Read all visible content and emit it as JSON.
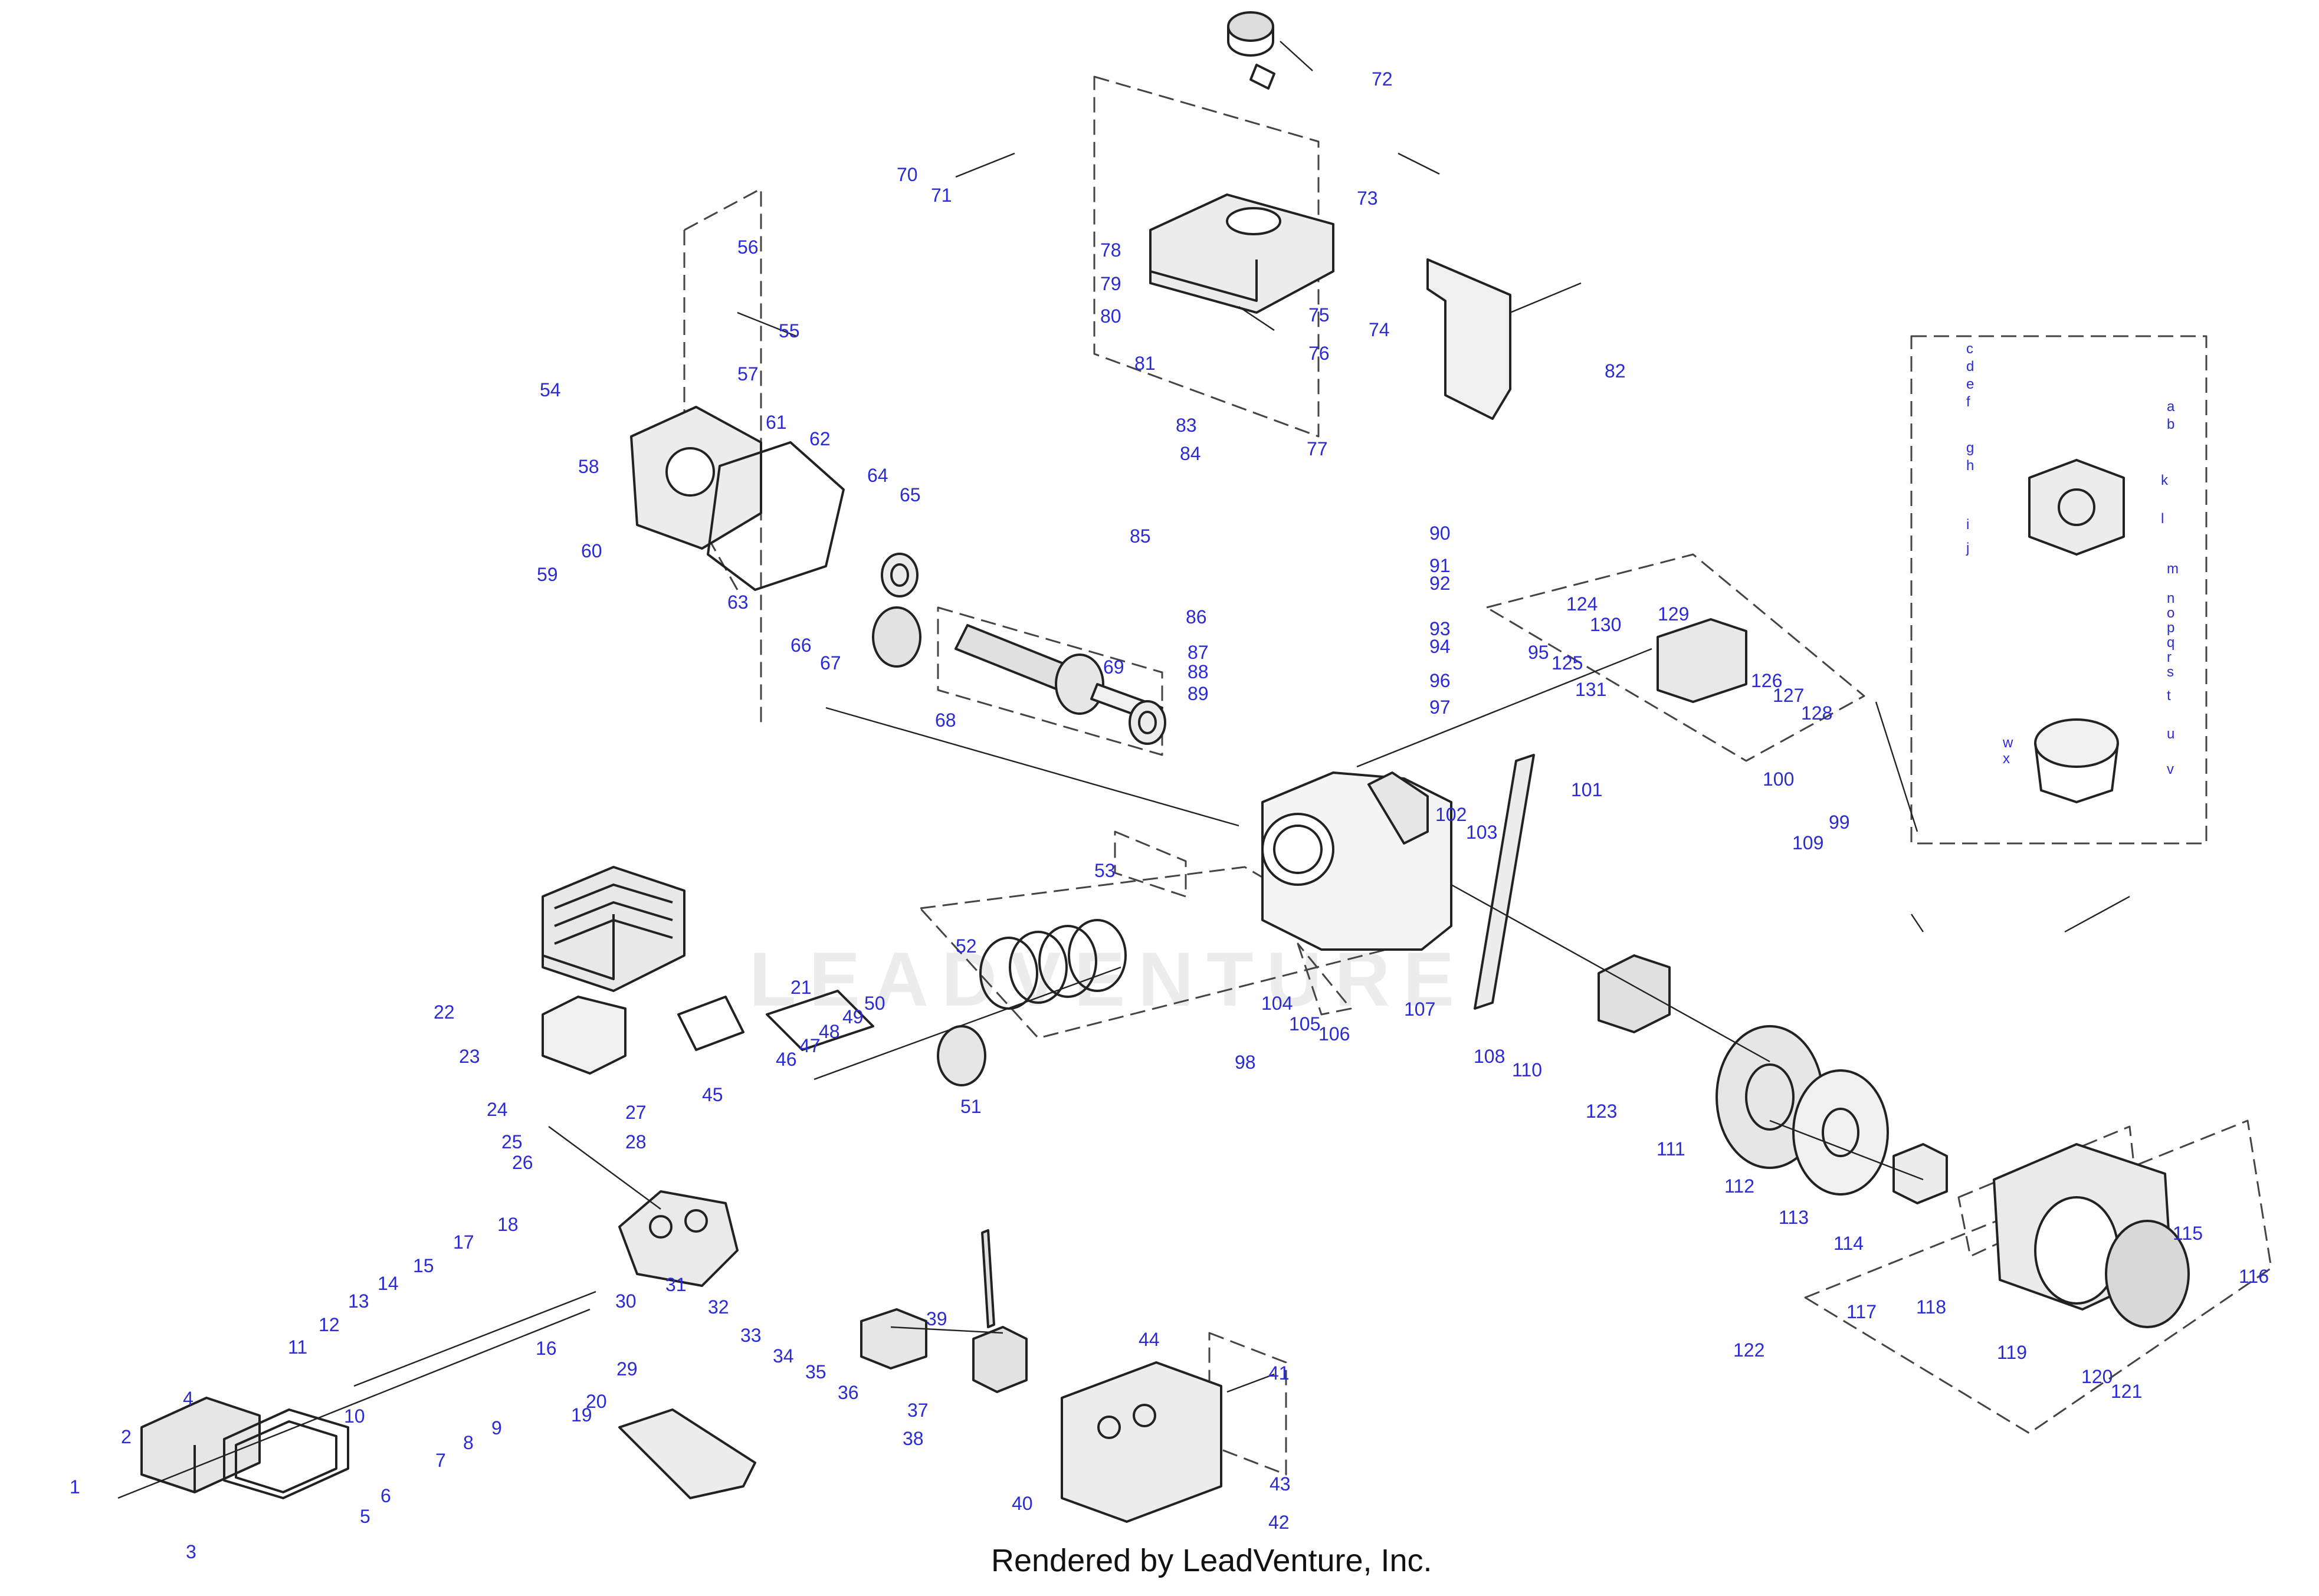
{
  "watermark": "LEADVENTURE",
  "footer": "Rendered by LeadVenture, Inc.",
  "colors": {
    "callout": "#2a2ad6",
    "line": "#222222",
    "part_fill": "#dcdcdc"
  },
  "callouts": [
    "1",
    "2",
    "3",
    "4",
    "5",
    "6",
    "7",
    "8",
    "9",
    "10",
    "11",
    "12",
    "13",
    "14",
    "15",
    "16",
    "17",
    "18",
    "19",
    "20",
    "21",
    "22",
    "23",
    "24",
    "25",
    "26",
    "27",
    "28",
    "29",
    "30",
    "31",
    "32",
    "33",
    "34",
    "35",
    "36",
    "37",
    "38",
    "39",
    "40",
    "41",
    "42",
    "43",
    "44",
    "45",
    "46",
    "47",
    "48",
    "49",
    "50",
    "51",
    "52",
    "53",
    "54",
    "55",
    "56",
    "57",
    "58",
    "59",
    "60",
    "61",
    "62",
    "63",
    "64",
    "65",
    "66",
    "67",
    "68",
    "69",
    "70",
    "71",
    "72",
    "73",
    "74",
    "75",
    "76",
    "77",
    "78",
    "79",
    "80",
    "81",
    "82",
    "83",
    "84",
    "85",
    "86",
    "87",
    "88",
    "89",
    "90",
    "91",
    "92",
    "93",
    "94",
    "95",
    "96",
    "97",
    "98",
    "99",
    "100",
    "101",
    "102",
    "103",
    "104",
    "105",
    "106",
    "107",
    "108",
    "109",
    "110",
    "111",
    "112",
    "113",
    "114",
    "115",
    "116",
    "117",
    "118",
    "119",
    "120",
    "121",
    "122",
    "123",
    "124",
    "125",
    "126",
    "127",
    "128",
    "129",
    "130",
    "131",
    "a",
    "b",
    "c",
    "d",
    "e",
    "f",
    "g",
    "h",
    "i",
    "j",
    "k",
    "l",
    "m",
    "n",
    "o",
    "p",
    "q",
    "r",
    "s",
    "t",
    "u",
    "v",
    "w",
    "x"
  ]
}
